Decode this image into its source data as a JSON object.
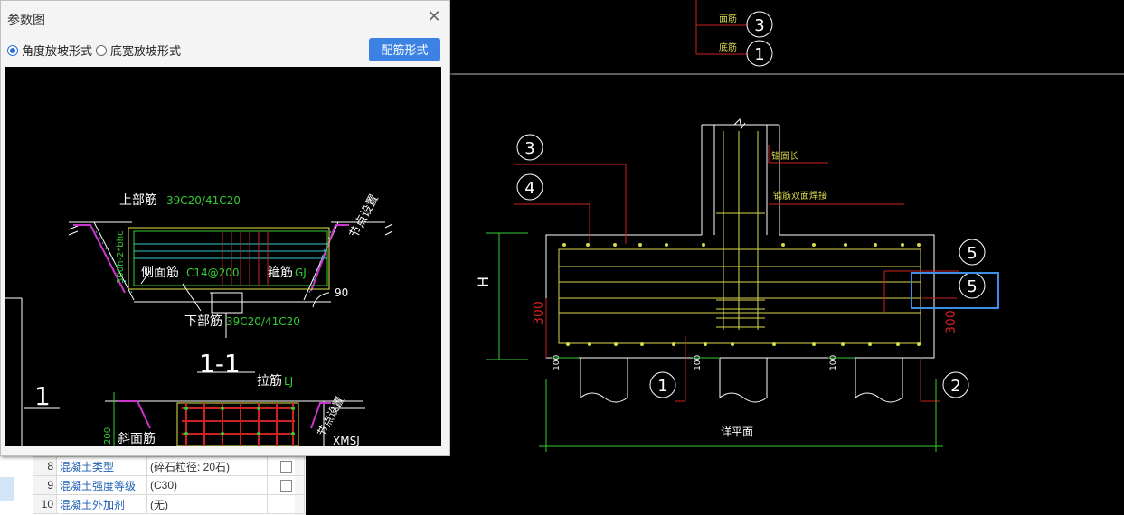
{
  "dialog": {
    "title": "参数图",
    "close_glyph": "✕",
    "radio_angle": "角度放坡形式",
    "radio_width": "底宽放坡形式",
    "config_button": "配筋形式"
  },
  "preview": {
    "top_rebar_label": "上部筋",
    "top_rebar_value": "39C20/41C20",
    "side_rebar_label": "侧面筋",
    "side_rebar_value": "C14@200",
    "stirrup_label": "箍筋",
    "stirrup_value": "GJ",
    "bottom_rebar_label": "下部筋",
    "bottom_rebar_value": "39C20/41C20",
    "node_setting": "节点设置",
    "angle": "90",
    "depth": "300h-2*bhc",
    "section": "1-1",
    "section_mark": "1",
    "tie_label": "拉筋",
    "tie_value": "LJ",
    "slope_rebar_label": "斜面筋",
    "slope_value": "XMSJ",
    "lower_dim": "200"
  },
  "drawing": {
    "callout_3": "3",
    "callout_1": "1",
    "callout_4": "4",
    "callout_5": "5",
    "callout_2": "2",
    "label_top_face": "面筋",
    "label_bottom": "底筋",
    "dim_H": "H",
    "dim_300": "300",
    "dim_100": "100",
    "note_anchor": "锚固长",
    "note_column": "钢筋双面焊接",
    "detail_caption": "详平面"
  },
  "properties": [
    {
      "num": "8",
      "name": "混凝土类型",
      "value": "(碎石粒径: 20石)",
      "check": true
    },
    {
      "num": "9",
      "name": "混凝土强度等级",
      "value": "(C30)",
      "check": true
    },
    {
      "num": "10",
      "name": "混凝土外加剂",
      "value": "(无)",
      "check": false
    }
  ],
  "colors": {
    "accent": "#3c82e4",
    "cad_green": "#33cc33",
    "cad_yellow": "#d8d84a",
    "cad_red": "#cc2222",
    "cad_white": "#ffffff",
    "cad_magenta": "#cc33cc",
    "cad_cyan": "#33cccc",
    "selection_blue": "#3b8fe6"
  }
}
